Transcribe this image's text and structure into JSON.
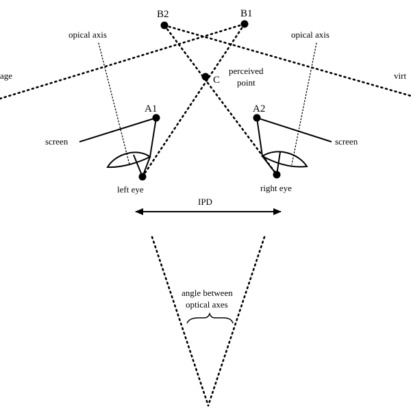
{
  "points": {
    "b2": "B2",
    "b1": "B1",
    "c": "C",
    "a1": "A1",
    "a2": "A2"
  },
  "labels": {
    "virtual_left": "age",
    "virtual_right": "virt",
    "optical_axis_left": "opical axis",
    "optical_axis_right": "opical axis",
    "perceived_line1": "perceived",
    "perceived_line2": "point",
    "screen_left": "screen",
    "screen_right": "screen",
    "left_eye": "left eye",
    "right_eye": "right eye",
    "ipd": "IPD",
    "angle_line1": "angle between",
    "angle_line2": "optical axes"
  }
}
